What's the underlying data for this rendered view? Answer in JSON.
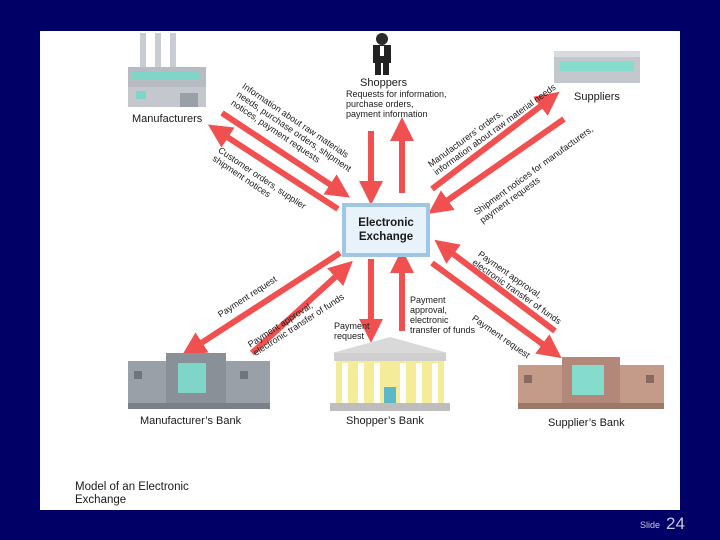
{
  "nodes": {
    "manufacturers": "Manufacturers",
    "shoppers": "Shoppers",
    "suppliers": "Suppliers",
    "exchange": "Electronic Exchange",
    "manufacturers_bank": "Manufacturer’s Bank",
    "shoppers_bank": "Shopper’s  Bank",
    "suppliers_bank": "Supplier’s Bank"
  },
  "flows": {
    "shoppers_requests": "Requests for information,\npurchase orders,\npayment information",
    "mfr_info": "Information about raw materials\nneeds, purchase orders, shipment\nnotices, payment requests",
    "mfr_customer_orders": "Customer orders, supplier\nshipment notices",
    "sup_orders": "Manufacturers’ orders,\ninformation about raw material needs",
    "sup_shipment": "Shipment notices for manufacturers,\npayment requests",
    "mb_payment_request": "Payment request",
    "mb_payment_approval": "Payment approval,\nelectronic transfer of funds",
    "sb_payment_request": "Payment\nrequest",
    "sb_payment_approval": "Payment\napproval,\nelectronic\ntransfer of funds",
    "spb_payment_approval": "Payment approval,\nelectronic transfer of funds",
    "spb_payment_request": "Payment request"
  },
  "caption": "Model of an Electronic\nExchange",
  "footer": {
    "slide_label": "Slide",
    "slide_number": "24"
  },
  "colors": {
    "arrow": "#f05050",
    "background": "#000066",
    "exchange_box": "#9fc6e2"
  }
}
